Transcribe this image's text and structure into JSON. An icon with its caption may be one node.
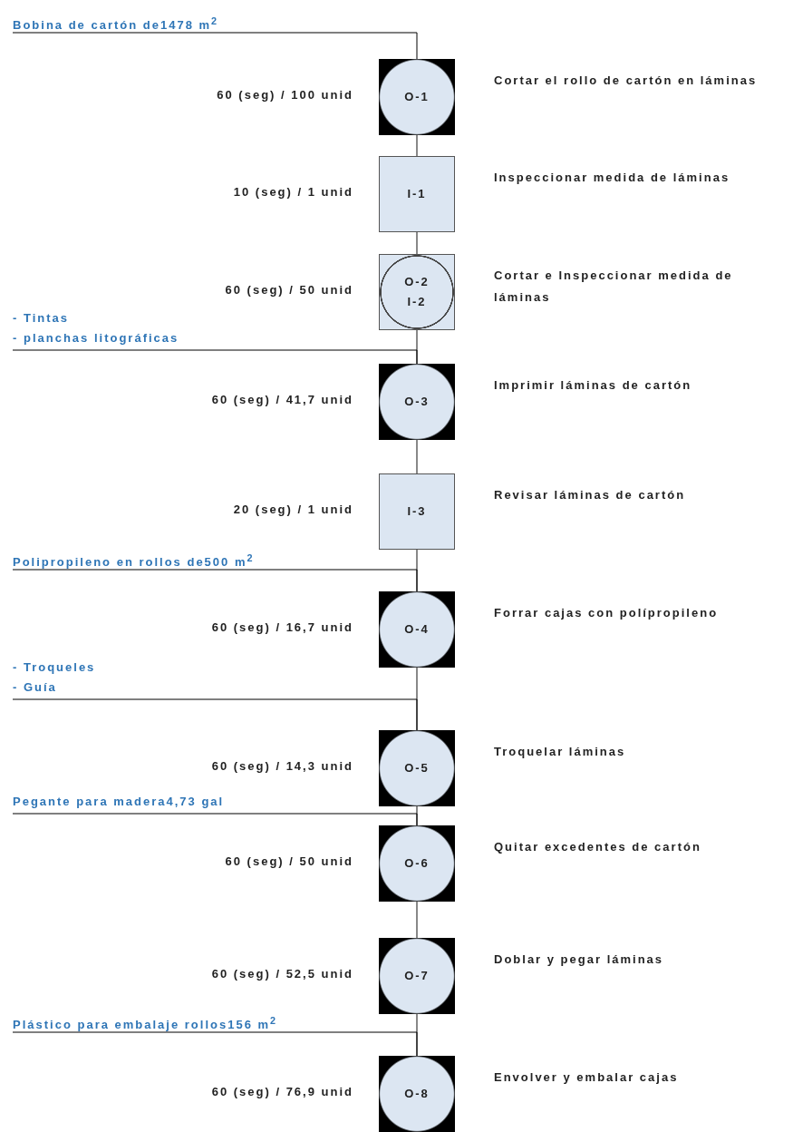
{
  "diagram": {
    "nodes": [
      {
        "text": [
          "Bobina de cartón de1478 m$^{2}$"
        ]
      },
      {
        "text": [
          "O-1"
        ],
        "beside": [
          "60 (seg) / 100 unid",
          "Cortar el rollo de cartón en láminas"
        ]
      },
      {
        "text": [
          "I-1"
        ],
        "beside": [
          "10 (seg) / 1 unid",
          "Inspeccionar medida de láminas"
        ]
      },
      {
        "text": [
          "O-2 I-2"
        ],
        "beside": [
          "60 (seg) / 50 unid",
          "Cortar e Inspeccionar medida de láminas"
        ]
      },
      {
        "text": [
          "- Tintas",
          "- planchas litográficas"
        ]
      },
      {
        "text": [
          "O-3"
        ],
        "beside": [
          "60 (seg) / 41,7 unid",
          "Imprimir láminas de cartón"
        ]
      },
      {
        "text": [
          "I-3"
        ],
        "beside": [
          "20 (seg) / 1 unid",
          "Revisar láminas de cartón"
        ]
      },
      {
        "text": [
          "Polipropileno en rollos de500 m$^{2}$"
        ]
      },
      {
        "text": [
          "O-4"
        ],
        "beside": [
          "60 (seg) / 16,7 unid",
          "Forrar cajas con polípropileno"
        ]
      },
      {
        "text": [
          "- Troqueles",
          "- Guía"
        ]
      },
      {
        "text": [
          "O-5"
        ],
        "beside": [
          "60 (seg) / 14,3 unid",
          "Troquelar láminas"
        ]
      },
      {
        "text": [
          "Pegante para madera4,73 gal"
        ]
      },
      {
        "text": [
          "O-6"
        ],
        "beside": [
          "60 (seg) / 50 unid",
          "Quitar excedentes de cartón"
        ]
      },
      {
        "text": [
          "O-7"
        ],
        "beside": [
          "60 (seg) / 52,5 unid",
          "Doblar y pegar láminas"
        ]
      },
      {
        "text": [
          "Plástico para embalaje rollos156 m$^{2}$"
        ]
      },
      {
        "text": [
          "O-8"
        ],
        "beside": [
          "60 (seg) / 76,9 unid",
          "Envolver y embalar cajas"
        ]
      }
    ],
    "edges": [
      {
        "from": 0,
        "to": 1,
        "arrow": "none",
        "color": "#000000"
      },
      {
        "from": 1,
        "to": 2,
        "arrow": "none"
      },
      {
        "from": 2,
        "to": 3,
        "arrow": "none"
      },
      {
        "from": 3,
        "to": 5,
        "arrow": "none"
      },
      {
        "from": 4,
        "to": 5,
        "arrow": "none",
        "color": "#000000"
      },
      {
        "from": 5,
        "to": 6,
        "arrow": "none"
      },
      {
        "from": 6,
        "to": 8,
        "arrow": "none"
      },
      {
        "from": 7,
        "to": 8,
        "arrow": "none",
        "color": "#000000"
      },
      {
        "from": 8,
        "to": 10,
        "arrow": "none"
      },
      {
        "from": 9,
        "to": 10,
        "arrow": "none",
        "color": "#000000"
      },
      {
        "from": 10,
        "to": 12,
        "arrow": "none"
      },
      {
        "from": 11,
        "to": 12,
        "arrow": "none",
        "color": "#000000"
      },
      {
        "from": 12,
        "to": 13,
        "arrow": "none"
      },
      {
        "from": 13,
        "to": 15,
        "arrow": "none"
      },
      {
        "from": 14,
        "to": 15,
        "arrow": "none",
        "color": "#000000"
      }
    ]
  }
}
